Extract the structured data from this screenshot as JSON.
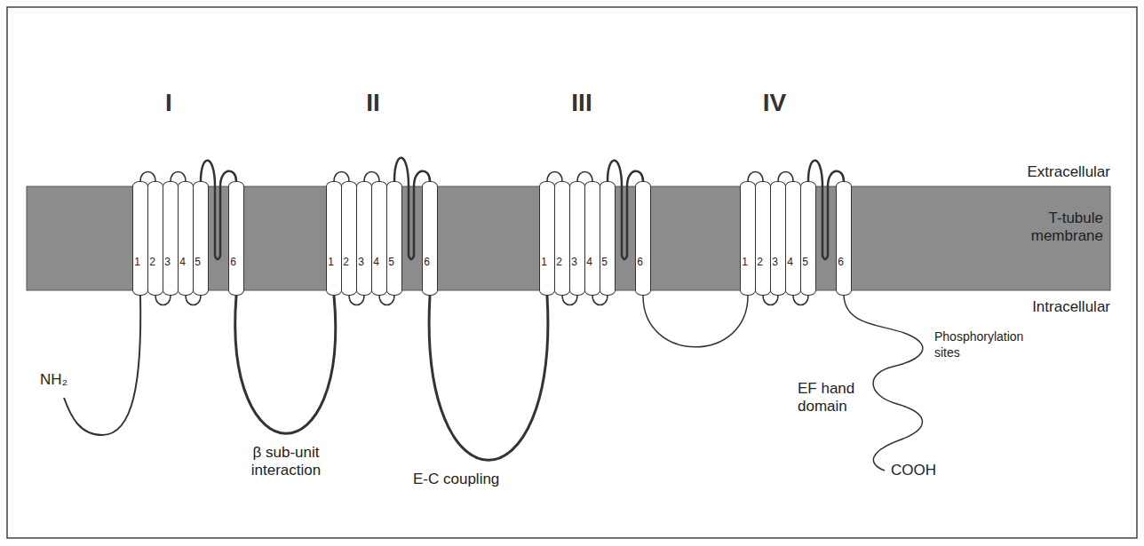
{
  "diagram": {
    "nodes": [
      {
        "text": [
          "T-tubule membrane"
        ]
      },
      {
        "text": [
          "1"
        ],
        "in": 0
      },
      {
        "text": [
          "2"
        ],
        "in": 0
      },
      {
        "text": [
          "3"
        ],
        "in": 0
      },
      {
        "text": [
          "4"
        ],
        "in": 0
      },
      {
        "text": [
          "5"
        ],
        "in": 0
      },
      {
        "text": [
          "6"
        ],
        "in": 0
      },
      {
        "text": [
          "1"
        ],
        "in": 0
      },
      {
        "text": [
          "2"
        ],
        "in": 0
      },
      {
        "text": [
          "3"
        ],
        "in": 0
      },
      {
        "text": [
          "4"
        ],
        "in": 0
      },
      {
        "text": [
          "5"
        ],
        "in": 0
      },
      {
        "text": [
          "6"
        ],
        "in": 0
      },
      {
        "text": [
          "1"
        ],
        "in": 0
      },
      {
        "text": [
          "2"
        ],
        "in": 0
      },
      {
        "text": [
          "3"
        ],
        "in": 0
      },
      {
        "text": [
          "4"
        ],
        "in": 0
      },
      {
        "text": [
          "5"
        ],
        "in": 0
      },
      {
        "text": [
          "6"
        ],
        "in": 0
      },
      {
        "text": [
          "1"
        ],
        "in": 0
      },
      {
        "text": [
          "2"
        ],
        "in": 0
      },
      {
        "text": [
          "3"
        ],
        "in": 0
      },
      {
        "text": [
          "4"
        ],
        "in": 0
      },
      {
        "text": [
          "5"
        ],
        "in": 0
      },
      {
        "text": [
          "6"
        ],
        "in": 0
      }
    ],
    "labels": [
      "I",
      "II",
      "III",
      "IV",
      "Extracellular",
      "Intracellular",
      "NH₂",
      "β sub-unit interaction",
      "E-C coupling",
      "EF hand domain",
      "Phosphorylation sites",
      "COOH"
    ]
  }
}
